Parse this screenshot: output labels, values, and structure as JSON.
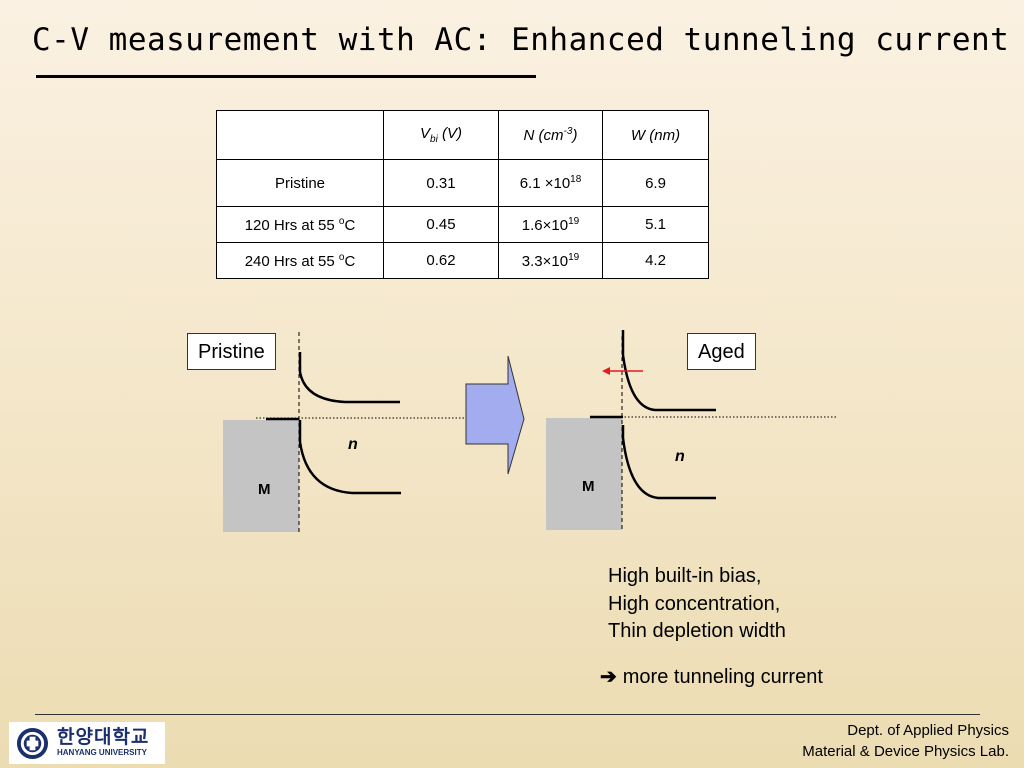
{
  "slide": {
    "title": "C-V measurement with AC: Enhanced tunneling current"
  },
  "table": {
    "headers": {
      "vbi_main": "V",
      "vbi_sub": "bi",
      "vbi_unit": " (V)",
      "n_main": "N (cm",
      "n_sup": "-3",
      "n_close": ")",
      "w": "W (nm)"
    },
    "rows": [
      {
        "label": "Pristine",
        "label_sup": "",
        "label_tail": "",
        "vbi": "0.31",
        "n_mant": "6.1 ×10",
        "n_exp": "18",
        "w": "6.9"
      },
      {
        "label": "120 Hrs at 55 ",
        "label_sup": "o",
        "label_tail": "C",
        "vbi": "0.45",
        "n_mant": "1.6×10",
        "n_exp": "19",
        "w": "5.1"
      },
      {
        "label": "240 Hrs at 55 ",
        "label_sup": "o",
        "label_tail": "C",
        "vbi": "0.62",
        "n_mant": "3.3×10",
        "n_exp": "19",
        "w": "4.2"
      }
    ]
  },
  "diagram": {
    "pristine_label": "Pristine",
    "aged_label": "Aged",
    "semiconductor_label": "n",
    "metal_label": "M",
    "arrow_fill": "#a3acee",
    "metal_fill": "#c4c4c4",
    "arrow_red": "#e21b1b"
  },
  "notes": [
    "High built-in bias,",
    "High concentration,",
    "Thin depletion width"
  ],
  "conclusion": {
    "arrow": "➔",
    "text": "more tunneling current"
  },
  "footer": {
    "logo_korean": "한양대학교",
    "logo_english": "HANYANG UNIVERSITY",
    "dept": "Dept. of Applied Physics",
    "lab": "Material & Device Physics Lab."
  }
}
